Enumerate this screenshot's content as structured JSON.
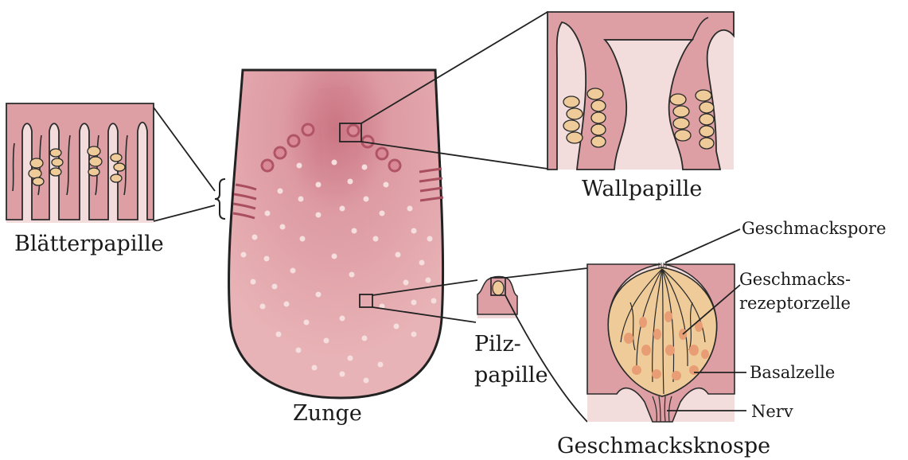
{
  "labels": {
    "tongue": "Zunge",
    "foliate": "Blätterpapille",
    "circumvallate": "Wallpapille",
    "fungiform_line1": "Pilz-",
    "fungiform_line2": "papille",
    "taste_bud": "Geschmacksknospe",
    "taste_pore": "Geschmackspore",
    "receptor_line1": "Geschmacks-",
    "receptor_line2": "rezeptorzelle",
    "basal_cell": "Basalzelle",
    "nerve": "Nerv"
  },
  "colors": {
    "tissue": "#dd9fa4",
    "tissue_light": "#f0d8d8",
    "tissue_dark": "#c86878",
    "bud_cells": "#eecb98",
    "nucleus": "#e89d75",
    "outline": "#2a2a2a"
  }
}
